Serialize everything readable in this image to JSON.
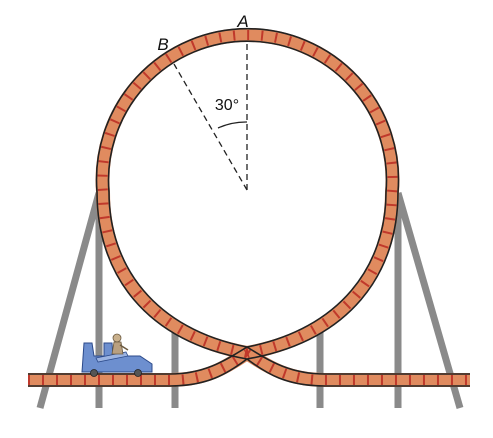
{
  "labels": {
    "point_a": "A",
    "point_b": "B",
    "angle": "30°"
  },
  "colors": {
    "track": "#e08b5f",
    "rail": "#222222",
    "tie": "#c0392b",
    "support": "#8a8a8a",
    "car": "#6d8fcf",
    "rider": "#b9a080",
    "dashed": "#222222"
  },
  "icons": {
    "car": "roller-coaster-car-icon",
    "rider": "rider-icon"
  },
  "angle_degrees": 30
}
